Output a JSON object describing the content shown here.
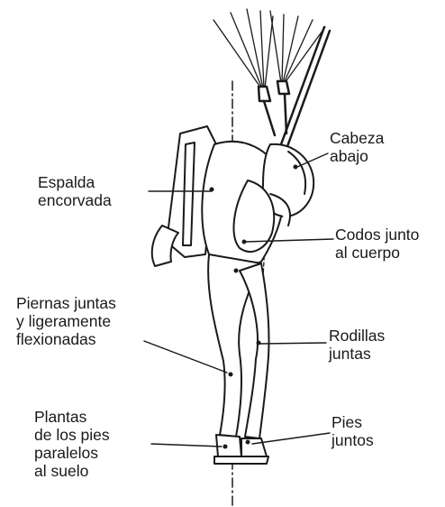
{
  "labels": {
    "head_down": [
      "Cabeza",
      "abajo"
    ],
    "back_arched": [
      "Espalda",
      "encorvada"
    ],
    "elbows_close": [
      "Codos junto",
      "al cuerpo"
    ],
    "legs_together": [
      "Piernas juntas",
      "y ligeramente",
      "flexionadas"
    ],
    "knees_together": [
      "Rodillas",
      "juntas"
    ],
    "soles_parallel": [
      "Plantas",
      "de los pies",
      "paralelos",
      "al suelo"
    ],
    "feet_together": [
      "Pies",
      "juntos"
    ]
  },
  "colors": {
    "ink": "#1a1a1a",
    "background": "#ffffff"
  }
}
